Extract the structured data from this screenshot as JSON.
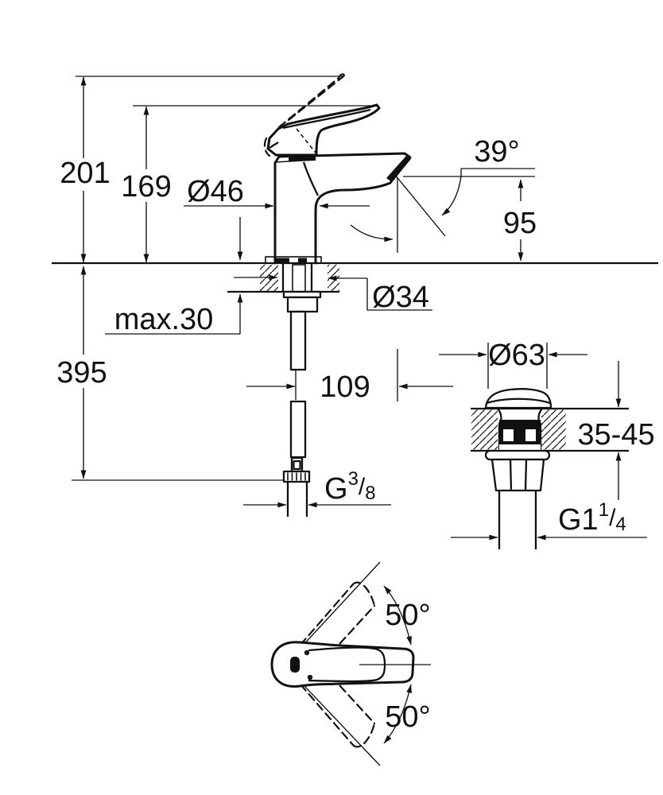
{
  "style": {
    "ink": "#111111",
    "background": "#ffffff"
  },
  "drawing": {
    "kind": "technical dimension drawing",
    "subject": "single-lever basin mixer with pop-up waste and swivel-handle top view"
  },
  "labels": {
    "total_height": "201",
    "lever_height": "169",
    "body_diameter": "Ø46",
    "stream_angle": "39°",
    "spout_height": "95",
    "deck_max_thickness": "max.30",
    "hole_diameter": "Ø34",
    "below_deck_length": "395",
    "spout_reach": "109",
    "waste_cap_diameter": "Ø63",
    "basin_thickness_range": "35-45",
    "swivel_up": "50°",
    "swivel_down": "50°"
  },
  "threads": {
    "supply": {
      "g": "G",
      "num": "3",
      "slash": "/",
      "den": "8"
    },
    "waste": {
      "g": "G1",
      "num": "1",
      "slash": "/",
      "den": "4"
    }
  }
}
